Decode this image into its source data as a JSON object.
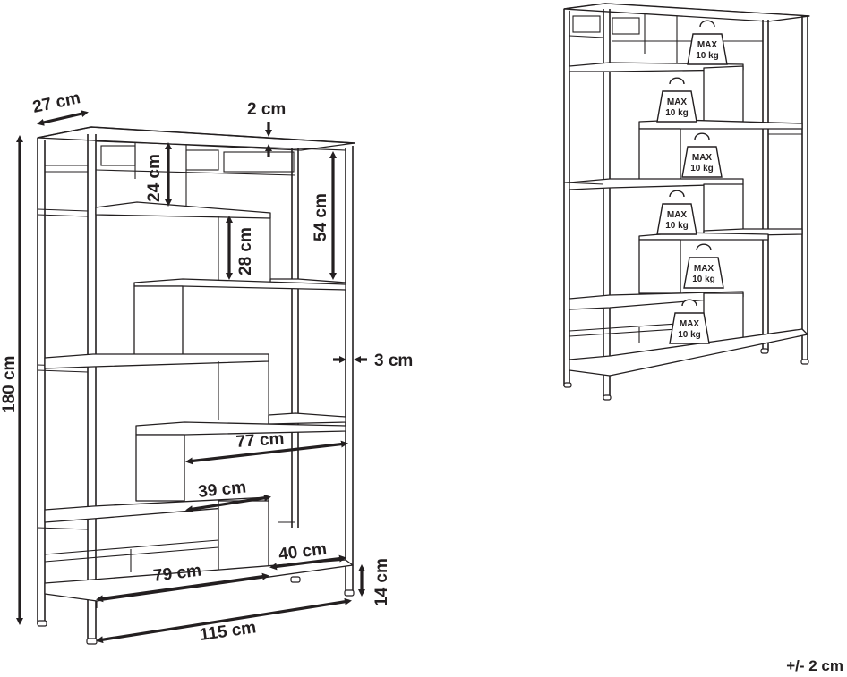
{
  "dimensions": {
    "depth": "27 cm",
    "panel_thickness": "2 cm",
    "height": "180 cm",
    "gap_24": "24 cm",
    "gap_28": "28 cm",
    "gap_54": "54 cm",
    "side_thickness": "3 cm",
    "width_77": "77 cm",
    "width_39": "39 cm",
    "width_40": "40 cm",
    "width_79": "79 cm",
    "leg_height": "14 cm",
    "total_width": "115 cm"
  },
  "load_badges": [
    {
      "label": "MAX",
      "value": "10 kg"
    },
    {
      "label": "MAX",
      "value": "10 kg"
    },
    {
      "label": "MAX",
      "value": "10 kg"
    },
    {
      "label": "MAX",
      "value": "10 kg"
    },
    {
      "label": "MAX",
      "value": "10 kg"
    },
    {
      "label": "MAX",
      "value": "10 kg"
    }
  ],
  "tolerance": "+/- 2 cm"
}
